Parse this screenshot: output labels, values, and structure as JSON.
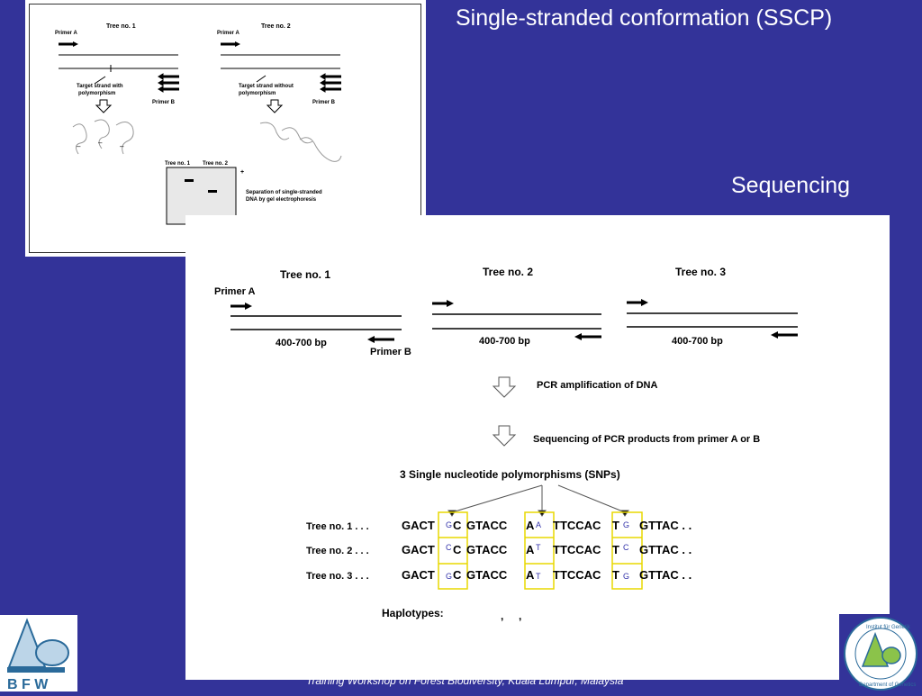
{
  "slide": {
    "title_sscp": "Single-stranded conformation (SSCP)",
    "title_sequencing": "Sequencing",
    "footer": "Training Workshop on Forest Biodiversity, Kuala Lumpur, Malaysia"
  },
  "sscp": {
    "tree1": "Tree no. 1",
    "tree2": "Tree no. 2",
    "primer_a": "Primer A",
    "primer_b": "Primer B",
    "target_with_1": "Target strand with",
    "target_with_2": "polymorphism",
    "target_without_1": "Target strand without",
    "target_without_2": "polymorphism",
    "gel_tree1": "Tree no. 1",
    "gel_tree2": "Tree no. 2",
    "plus": "+",
    "minus": "-",
    "separation_1": "Separation of single-stranded",
    "separation_2": "DNA by gel electrophoresis"
  },
  "sequencing": {
    "tree1": "Tree no. 1",
    "tree2": "Tree no. 2",
    "tree3": "Tree no. 3",
    "primer_a": "Primer A",
    "primer_b": "Primer B",
    "bp": "400-700 bp",
    "step_pcr": "PCR amplification of DNA",
    "step_seq": "Sequencing of PCR products from primer A or B",
    "snp_header": "3 Single nucleotide polymorphisms (SNPs)",
    "rows": [
      {
        "label": "Tree no. 1 . . .",
        "p1": "GACT",
        "s1": "G",
        "p2": "C",
        "p3": "GTACC",
        "p4": "A",
        "s2": "A",
        "p5": "TTCCAC",
        "p6": "T",
        "s3": "G",
        "p7": "GTTAC . ."
      },
      {
        "label": "Tree no. 2 . . .",
        "p1": "GACT",
        "s1": "C",
        "p2": "C",
        "p3": "GTACC",
        "p4": "A",
        "s2": "T",
        "p5": "TTCCAC",
        "p6": "T",
        "s3": "C",
        "p7": "GTTAC . ."
      },
      {
        "label": "Tree no. 3 . . .",
        "p1": "GACT",
        "s1": "G",
        "p2": "C",
        "p3": "GTACC",
        "p4": "A",
        "s2": "T",
        "p5": "TTCCAC",
        "p6": "T",
        "s3": "G",
        "p7": "GTTAC . ."
      }
    ],
    "haplotypes": "Haplotypes:",
    "haplo_sep": ",     ,"
  },
  "logos": {
    "bfw_text": "B F W",
    "genetics_top": "Institut für Genetik",
    "genetics_bottom": "Department of Genetics"
  }
}
